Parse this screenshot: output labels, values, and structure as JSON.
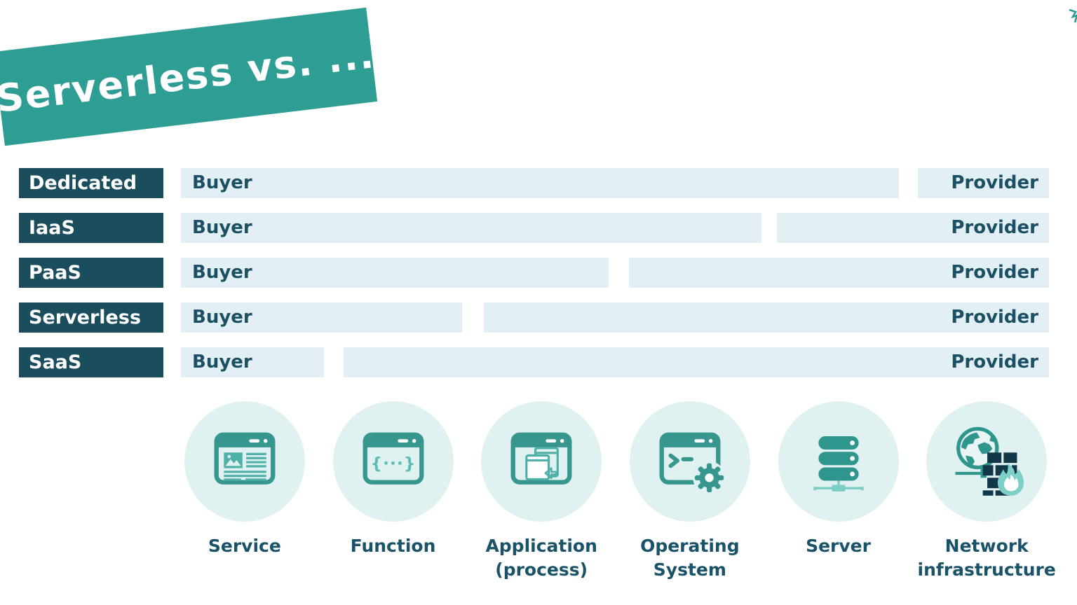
{
  "slide": {
    "title": "Serverless vs. ...",
    "colors": {
      "banner_teal": "#2E9D94",
      "row_label_bg": "#1B4E5C",
      "bar_bg": "#E2EFF5",
      "text_dark_teal": "#1B4F63",
      "icon_circle_bg": "#E0F1F1",
      "icon_teal": "#37968D",
      "icon_mid_teal": "#4FB0A7",
      "icon_light_teal": "#7CCDC6",
      "firewall_brick_navy": "#113749"
    }
  },
  "matrix": {
    "rows": [
      {
        "label": "Dedicated",
        "buyer_label": "Buyer",
        "provider_label": "Provider",
        "buyer_share_pct": 83,
        "provider_share_pct": 15
      },
      {
        "label": "IaaS",
        "buyer_label": "Buyer",
        "provider_label": "Provider",
        "buyer_share_pct": 67,
        "provider_share_pct": 31
      },
      {
        "label": "PaaS",
        "buyer_label": "Buyer",
        "provider_label": "Provider",
        "buyer_share_pct": 49,
        "provider_share_pct": 48
      },
      {
        "label": "Serverless",
        "buyer_label": "Buyer",
        "provider_label": "Provider",
        "buyer_share_pct": 32,
        "provider_share_pct": 65
      },
      {
        "label": "SaaS",
        "buyer_label": "Buyer",
        "provider_label": "Provider",
        "buyer_share_pct": 16,
        "provider_share_pct": 81
      }
    ]
  },
  "legend": {
    "items": [
      {
        "label": "Service",
        "icon": "browser-service-icon"
      },
      {
        "label": "Function",
        "icon": "function-braces-icon"
      },
      {
        "label": "Application (process)",
        "icon": "application-windows-icon"
      },
      {
        "label": "Operating System",
        "icon": "os-terminal-gear-icon"
      },
      {
        "label": "Server",
        "icon": "server-stack-icon"
      },
      {
        "label": "Network infrastructure",
        "icon": "network-globe-firewall-icon"
      }
    ]
  }
}
